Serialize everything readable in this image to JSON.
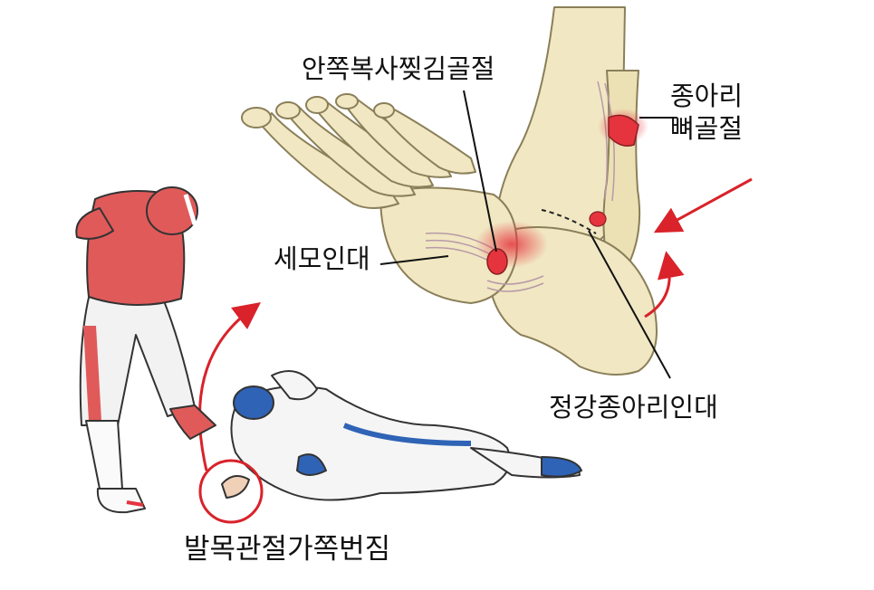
{
  "labels": {
    "top": "안쪽복사찢김골절",
    "right_line1": "종아리",
    "right_line2": "뼈골절",
    "left": "세모인대",
    "bottom": "정강종아리인대",
    "caption": "발목관절가쪽번짐"
  },
  "colors": {
    "bone": "#f1e7c2",
    "bone_outline": "#8a7f58",
    "injury": "#e5343d",
    "arrow": "#d9222a",
    "jersey_red": "#e05a5a",
    "jersey_blue": "#2f63b6",
    "ink": "#111111"
  }
}
